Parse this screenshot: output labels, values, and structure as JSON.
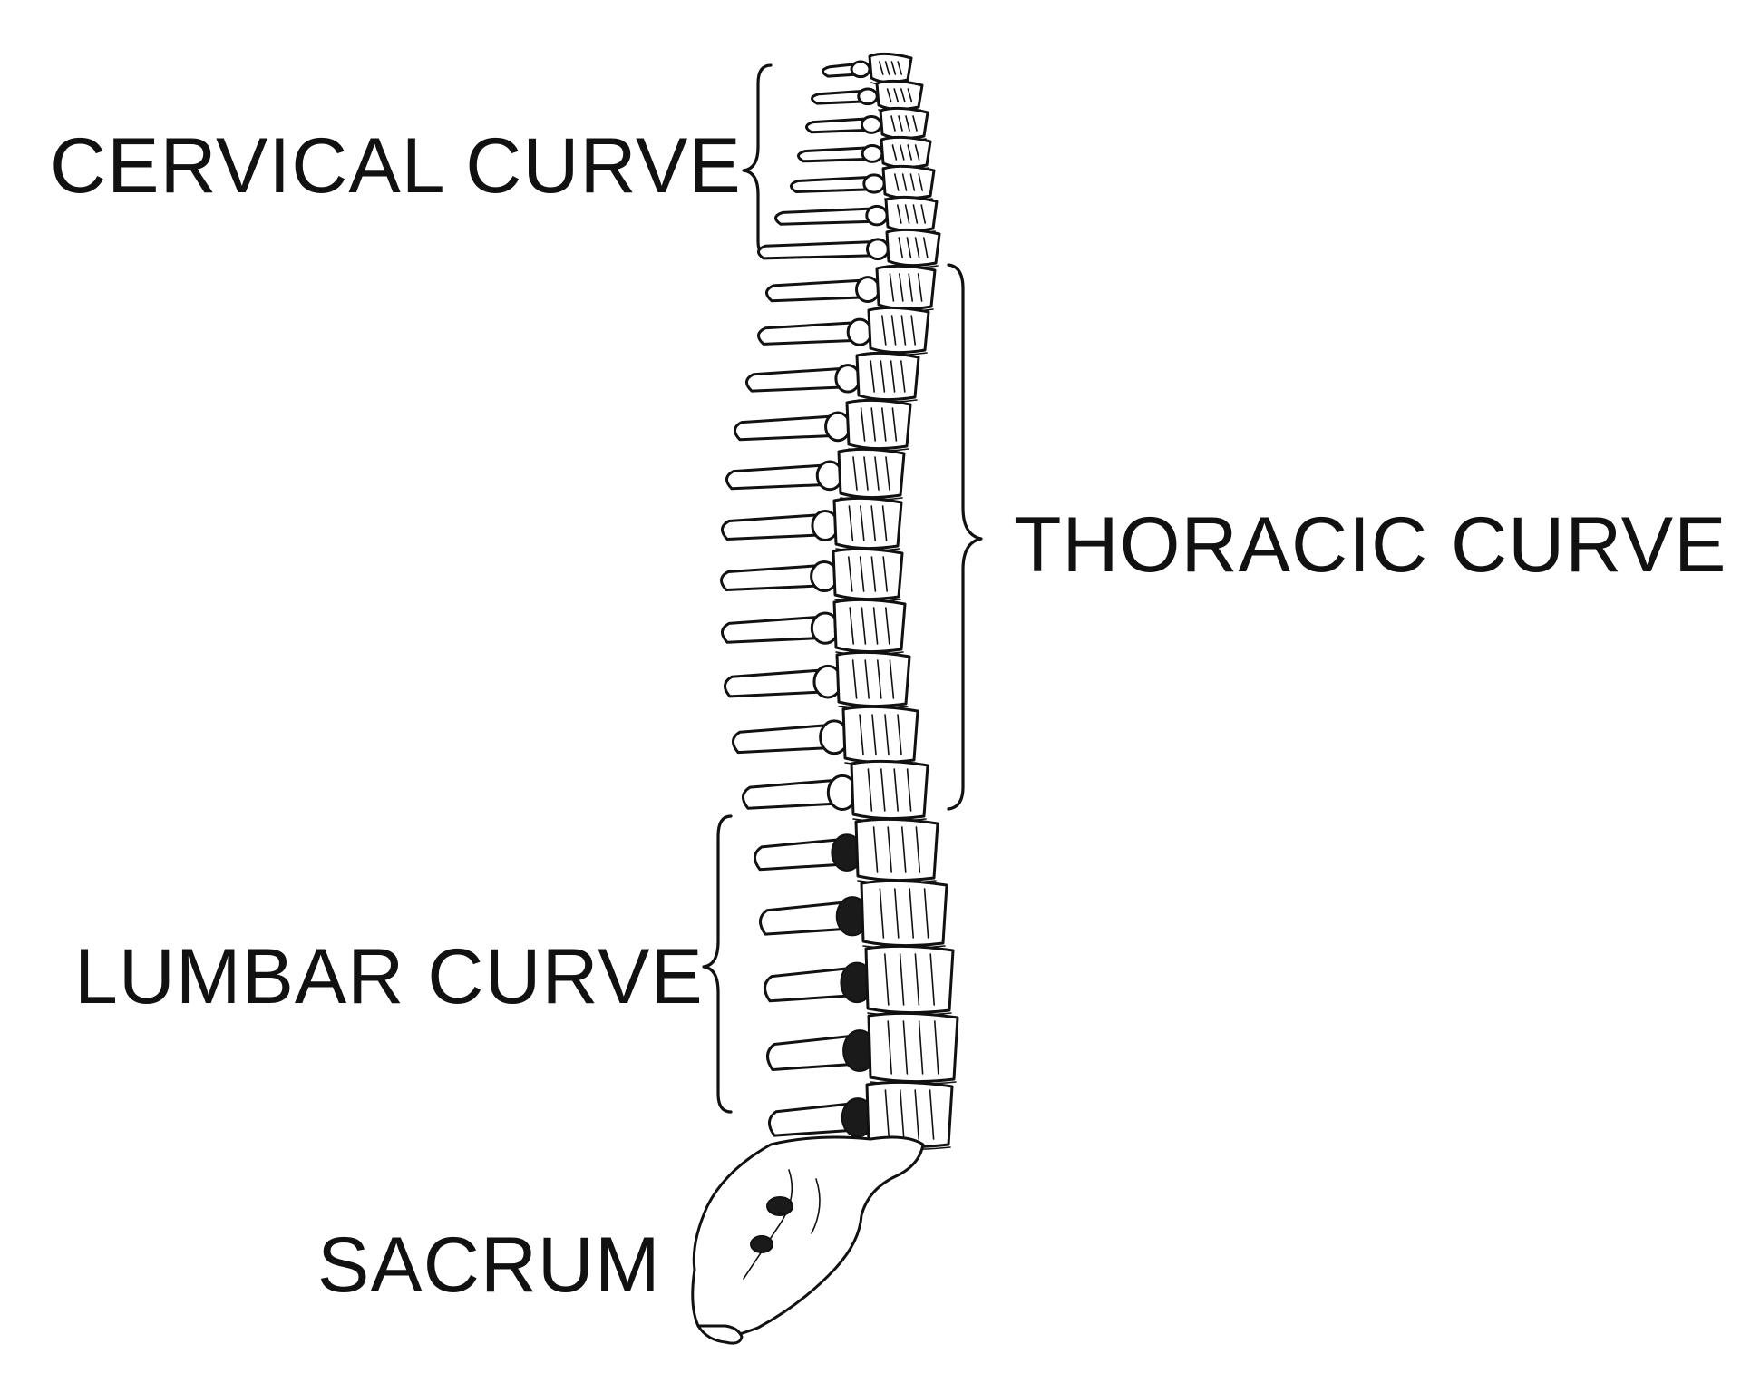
{
  "labels": {
    "cervical": "CERVICAL CURVE",
    "thoracic": "THORACIC CURVE",
    "lumbar": "LUMBAR CURVE",
    "sacrum": "SACRUM"
  },
  "colors": {
    "ink": "#111111",
    "background": "#ffffff"
  }
}
